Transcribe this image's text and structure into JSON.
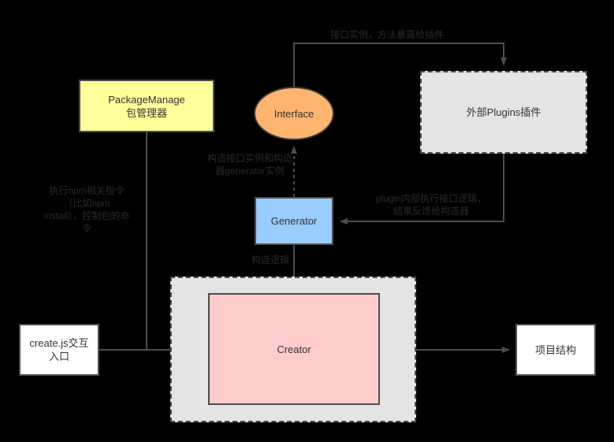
{
  "diagram": {
    "title": "create.js architecture flow",
    "background": "#000000",
    "nodes": [
      {
        "id": "package_manage",
        "label": "PackageManage\n包管理器",
        "shape": "rect",
        "fill": "#FFFF99",
        "stroke": "#4D4D4D"
      },
      {
        "id": "interface",
        "label": "Interface",
        "shape": "ellipse",
        "fill": "#FFB570",
        "stroke": "#3A3A3A"
      },
      {
        "id": "plugins",
        "label": "外部Plugins插件",
        "shape": "rect-dashed",
        "fill": "#E4E4E4",
        "stroke": "#4D4D4D"
      },
      {
        "id": "generator",
        "label": "Generator",
        "shape": "rect",
        "fill": "#99CCFF",
        "stroke": "#4D4D4D"
      },
      {
        "id": "container",
        "label": "",
        "shape": "rect-dashed",
        "fill": "#E4E4E4",
        "stroke": "#4D4D4D"
      },
      {
        "id": "creator",
        "label": "Creator",
        "shape": "rect",
        "fill": "#FFCCCC",
        "stroke": "#4D4D4D"
      },
      {
        "id": "create_js",
        "label": "create.js交互\n入口",
        "shape": "rect",
        "fill": "#FFFFFF",
        "stroke": "#4D4D4D"
      },
      {
        "id": "project_structure",
        "label": "项目结构",
        "shape": "rect",
        "fill": "#FFFFFF",
        "stroke": "#4D4D4D"
      }
    ],
    "edges": [
      {
        "id": "edge_interface_plugins",
        "from": "interface",
        "to": "plugins",
        "label": "接口实例，方法暴露给插件",
        "style": "solid"
      },
      {
        "id": "edge_generator_interface",
        "from": "generator",
        "to": "interface",
        "label": "构造接口实例和构造\n器generator实例",
        "style": "dashed"
      },
      {
        "id": "edge_plugins_generator",
        "from": "plugins",
        "to": "generator",
        "label": "plugin内部执行接口逻辑，\n结果反馈给构造器",
        "style": "solid"
      },
      {
        "id": "edge_package_creator",
        "from": "package_manage",
        "to": "creator",
        "label": "执行npm相关指令\n（比如npm\ninstall），控制包的命\n令",
        "style": "solid"
      },
      {
        "id": "edge_generator_creator",
        "from": "generator",
        "to": "creator",
        "label": "构造逻辑",
        "style": "solid"
      },
      {
        "id": "edge_createjs_creator",
        "from": "create_js",
        "to": "creator",
        "label": "",
        "style": "solid"
      },
      {
        "id": "edge_creator_project",
        "from": "creator",
        "to": "project_structure",
        "label": "",
        "style": "solid"
      }
    ]
  },
  "labels": {
    "package_manage": "PackageManage\n包管理器",
    "interface": "Interface",
    "plugins": "外部Plugins插件",
    "generator": "Generator",
    "creator": "Creator",
    "create_js": "create.js交互\n入口",
    "project_structure": "项目结构",
    "edge_top": "接口实例，方法暴露给插件",
    "edge_interface": "构造接口实例和构造\n器generator实例",
    "edge_plugin": "plugin内部执行接口逻辑，\n结果反馈给构造器",
    "edge_npm": "执行npm相关指令\n（比如npm\ninstall），控制包的命\n令",
    "edge_build": "构造逻辑"
  },
  "colors": {
    "background": "#000000",
    "yellow": "#FFFF99",
    "orange": "#FFB570",
    "blue": "#99CCFF",
    "pink": "#FFCCCC",
    "gray": "#E4E4E4",
    "white": "#FFFFFF",
    "line": "#4D4D4D",
    "text": "#333333"
  }
}
